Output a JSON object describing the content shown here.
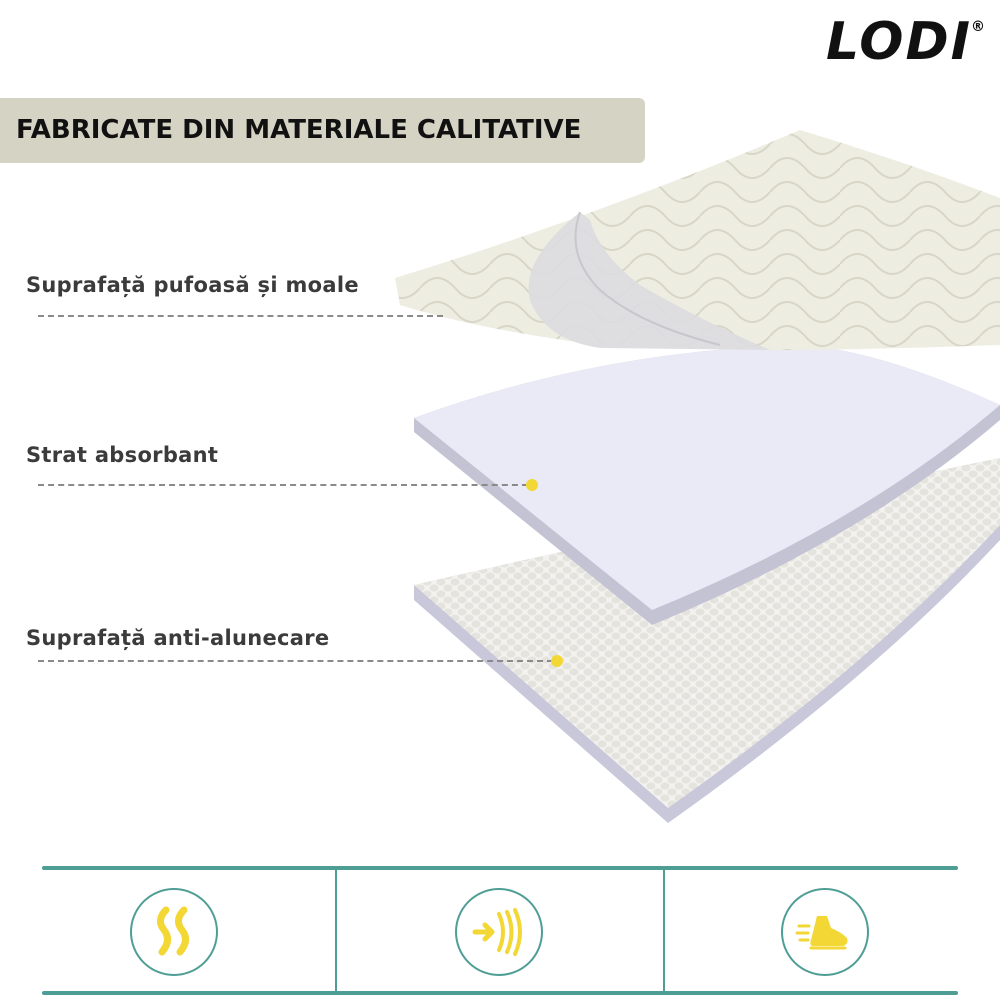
{
  "brand": {
    "logo_text": "LODI",
    "registered_mark": "®"
  },
  "headline": "FABRICATE DIN MATERIALE CALITATIVE",
  "layers": [
    {
      "label": "Suprafață pufoasă și moale"
    },
    {
      "label": "Strat absorbant"
    },
    {
      "label": "Suprafață anti-alunecare"
    }
  ],
  "features": [
    {
      "icon": "waves-icon"
    },
    {
      "icon": "absorb-arrow-icon"
    },
    {
      "icon": "running-shoe-icon"
    }
  ],
  "colors": {
    "accent_teal": "#4f9e96",
    "marker_yellow": "#f3d735",
    "headline_band": "#d5d3c4",
    "top_layer": "#eeede2",
    "middle_layer": "#eaeaf7",
    "bottom_layer": "#f3f2ee"
  }
}
